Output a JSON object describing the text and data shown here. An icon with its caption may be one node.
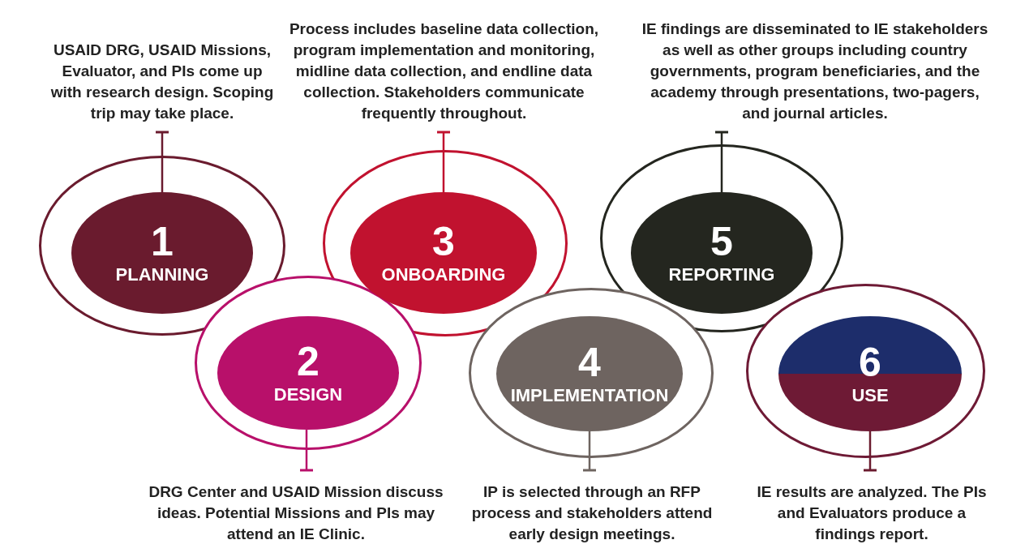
{
  "diagram": {
    "nodes": [
      {
        "text": [
          "USAID DRG, USAID Missions, Evaluator, and PIs come up with research design. Scoping trip may take place."
        ]
      },
      {
        "text": [
          "Process includes baseline data collection, program implementation and monitoring, midline data collection, and endline data collection. Stakeholders communicate frequently throughout."
        ]
      },
      {
        "text": [
          "IE findings are disseminated to IE stakeholders as well as other groups including country governments, program beneficiaries, and the academy through presentations, two-pagers, and journal articles."
        ]
      },
      {
        "text": [
          "1",
          "PLANNING"
        ]
      },
      {
        "text": [
          "3",
          "ONBOARDING"
        ]
      },
      {
        "text": [
          "5",
          "REPORTING"
        ]
      },
      {
        "text": [
          "2",
          "DESIGN"
        ]
      },
      {
        "text": [
          "4",
          "IMPLEMENTATION"
        ]
      },
      {
        "text": [
          "6",
          "USE"
        ]
      },
      {
        "text": [
          "DRG Center and USAID Mission discuss ideas. Potential Missions and PIs may attend an IE Clinic."
        ]
      },
      {
        "text": [
          "IP is selected through an RFP process and stakeholders attend early design meetings."
        ]
      },
      {
        "text": [
          "IE results are analyzed. The PIs and Evaluators produce a findings report."
        ]
      }
    ],
    "edges": [
      {
        "from": 0,
        "to": 3,
        "arrow": "other"
      },
      {
        "from": 1,
        "to": 4,
        "arrow": "other",
        "color": "#c1122f"
      },
      {
        "from": 2,
        "to": 5,
        "arrow": "other",
        "color": "#24261f"
      },
      {
        "from": 9,
        "to": 6,
        "arrow": "other",
        "color": "#b8106a"
      },
      {
        "from": 10,
        "to": 7,
        "arrow": "other",
        "color": "#6e6460"
      },
      {
        "from": 11,
        "to": 8,
        "arrow": "other"
      }
    ]
  }
}
